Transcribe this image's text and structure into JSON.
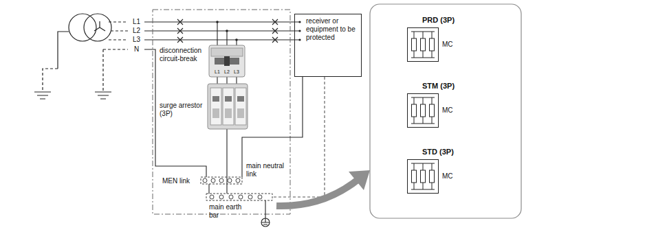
{
  "diagram": {
    "nodes": [
      {
        "text": [
          "receiver or equipment to be protected"
        ]
      },
      {
        "text": [
          "PRD (3P)",
          "MC"
        ]
      },
      {
        "text": [
          "STM (3P)",
          "MC"
        ]
      },
      {
        "text": [
          "STD (3P)",
          "MC"
        ]
      }
    ],
    "labels": [
      "L1",
      "L2",
      "L3",
      "N",
      "disconnection circuit-break",
      "L1",
      "L2",
      "L3",
      "surge arrestor (3P)",
      "main neutral link",
      "MEN link",
      "main earth bar"
    ]
  }
}
